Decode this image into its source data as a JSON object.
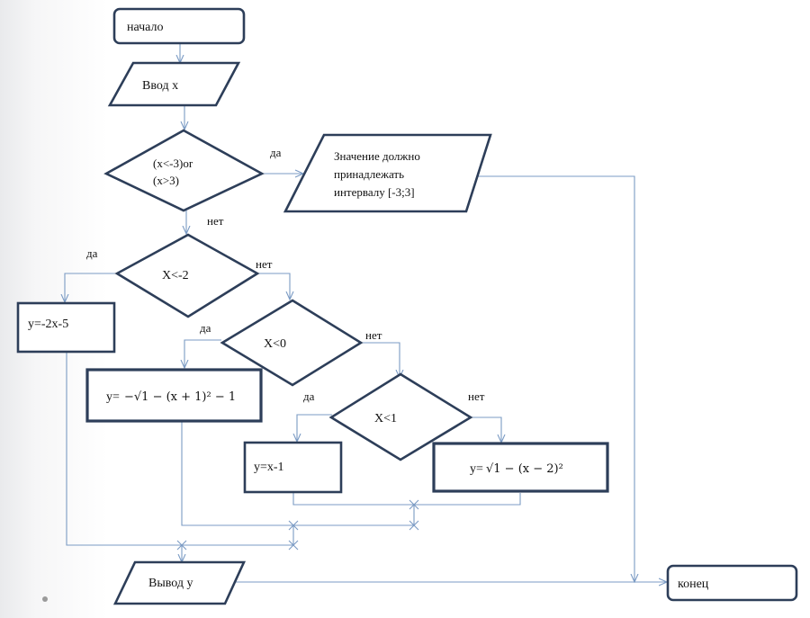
{
  "nodes": {
    "start": "начало",
    "input": "Ввод x",
    "cond_range_line1": "(x<-3)or",
    "cond_range_line2": "(x>3)",
    "error_line1": "Значение должно",
    "error_line2": "принадлежать",
    "error_line3": "интервалу [-3;3]",
    "cond_lt_m2": "X<-2",
    "calc_m2x5": "y=-2x-5",
    "cond_lt_0": "X<0",
    "calc_sqrt_neg_prefix": "y=",
    "calc_sqrt_neg_formula": "−√1 − (x + 1)² − 1",
    "cond_lt_1": "X<1",
    "calc_x_minus_1": "y=x-1",
    "calc_sqrt_pos_prefix": "y=",
    "calc_sqrt_pos_formula": "√1 − (x − 2)²",
    "output": "Вывод y",
    "end": "конец"
  },
  "edges": {
    "yes_range": "да",
    "no_range": "нет",
    "yes_m2": "да",
    "no_m2": "нет",
    "yes_0": "да",
    "no_0": "нет",
    "yes_1": "да",
    "no_1": "нет"
  },
  "colors": {
    "shape_stroke": "#2d3e59",
    "connector": "#7b9bc4"
  }
}
